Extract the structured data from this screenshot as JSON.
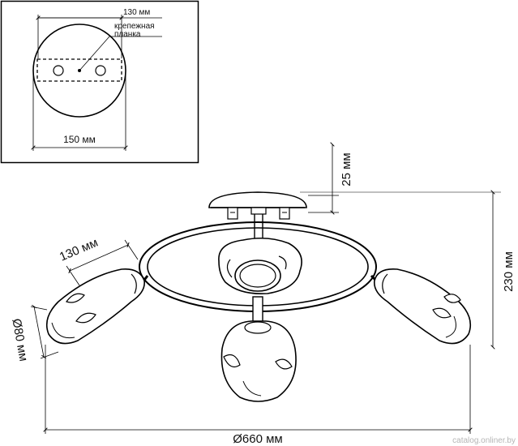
{
  "inset": {
    "mount_width": "130 мм",
    "mount_plate_line1": "крепежная",
    "mount_plate_line2": "планка",
    "canopy_diameter": "150 мм"
  },
  "dimensions": {
    "canopy_height": "25 мм",
    "total_height": "230 мм",
    "shade_length": "130 мм",
    "shade_diameter": "Ø80 мм",
    "total_diameter": "Ø660 мм"
  },
  "watermark": "catalog.onliner.by"
}
